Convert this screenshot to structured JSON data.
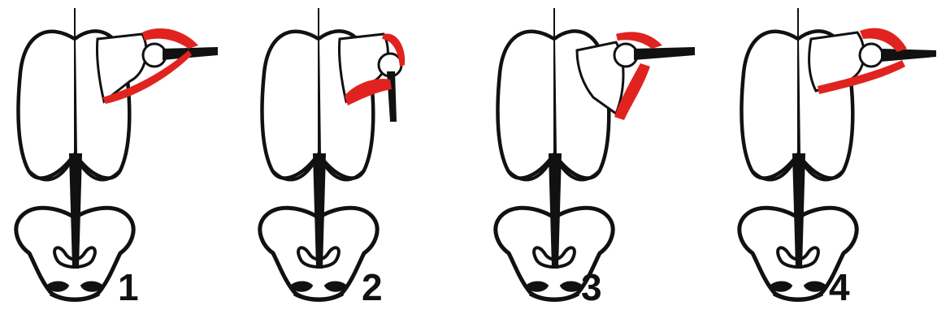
{
  "figures": [
    {
      "label": "1",
      "arm": "horizontal",
      "muscle": "upper-and-lower"
    },
    {
      "label": "2",
      "arm": "down",
      "muscle": "lower"
    },
    {
      "label": "3",
      "arm": "horizontal",
      "muscle": "vertical"
    },
    {
      "label": "4",
      "arm": "horizontal",
      "muscle": "upper-and-lower"
    }
  ],
  "colors": {
    "outline": "#111111",
    "muscle": "#e0231e",
    "background": "#ffffff"
  }
}
